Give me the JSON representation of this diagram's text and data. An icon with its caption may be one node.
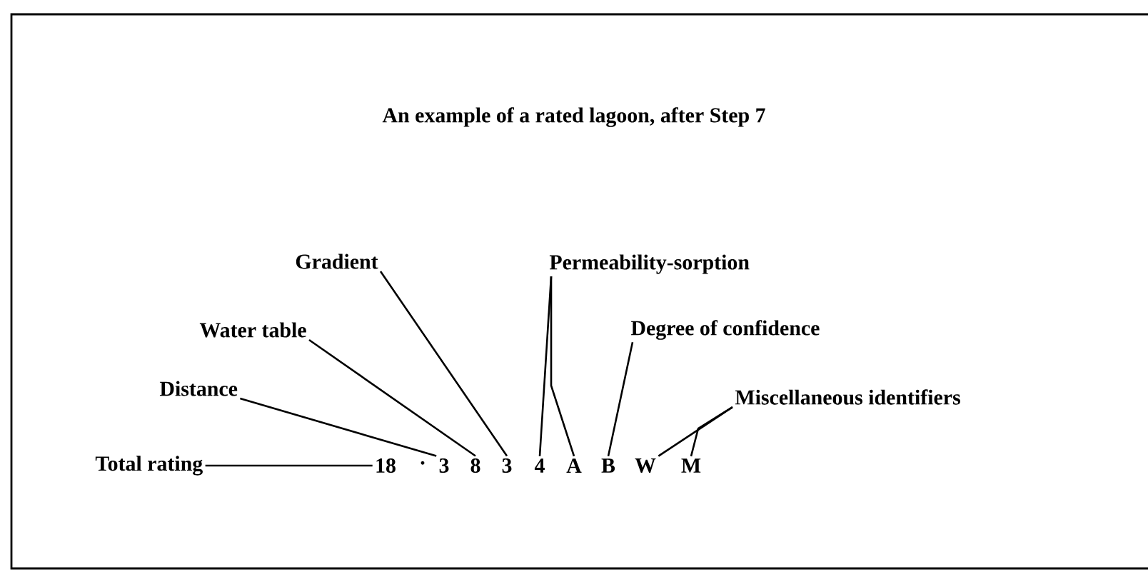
{
  "diagram": {
    "title": "An example of a rated lagoon, after Step 7",
    "nodes": [
      {
        "text": [
          "Total rating"
        ]
      },
      {
        "text": [
          "Distance"
        ]
      },
      {
        "text": [
          "Water table"
        ]
      },
      {
        "text": [
          "Gradient"
        ]
      },
      {
        "text": [
          "Permeability-sorption"
        ]
      },
      {
        "text": [
          "Degree of confidence"
        ]
      },
      {
        "text": [
          "Miscellaneous identifiers"
        ]
      },
      {
        "text": [
          "18"
        ]
      },
      {
        "text": [
          "3"
        ]
      },
      {
        "text": [
          "8"
        ]
      },
      {
        "text": [
          "3"
        ]
      },
      {
        "text": [
          "4"
        ]
      },
      {
        "text": [
          "A"
        ]
      },
      {
        "text": [
          "B"
        ]
      },
      {
        "text": [
          "W"
        ]
      },
      {
        "text": [
          "M"
        ]
      }
    ],
    "edges": [
      {
        "from": 0,
        "to": 7,
        "arrow": "none"
      },
      {
        "from": 1,
        "to": 8,
        "arrow": "none"
      },
      {
        "from": 2,
        "to": 9,
        "arrow": "none"
      },
      {
        "from": 3,
        "to": 10,
        "arrow": "none"
      },
      {
        "from": 4,
        "to": 11,
        "arrow": "none"
      },
      {
        "from": 4,
        "to": 12,
        "arrow": "none"
      },
      {
        "from": 5,
        "to": 13,
        "arrow": "none"
      },
      {
        "from": 6,
        "to": 14,
        "arrow": "none"
      },
      {
        "from": 6,
        "to": 15,
        "arrow": "none"
      }
    ],
    "labels": [
      "·"
    ]
  }
}
